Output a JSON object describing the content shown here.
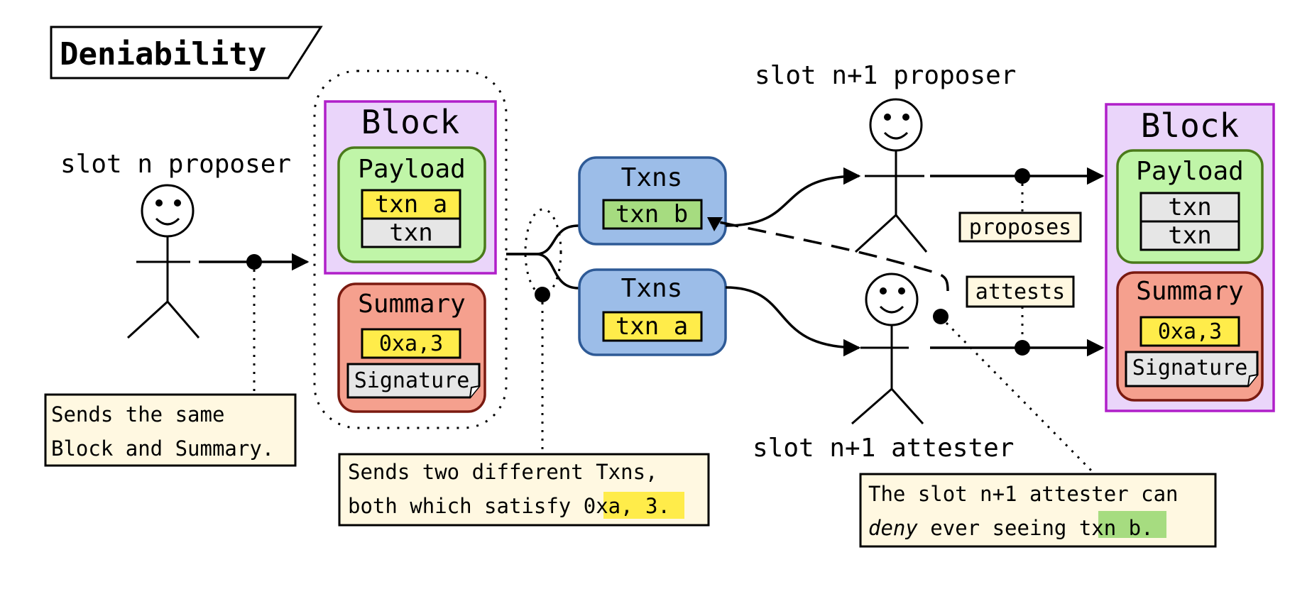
{
  "title": "Deniability",
  "actors": {
    "slot_n_proposer": "slot n proposer",
    "slot_n1_proposer": "slot n+1 proposer",
    "slot_n1_attester": "slot n+1 attester"
  },
  "left_block": {
    "title": "Block",
    "payload": {
      "title": "Payload",
      "rows": [
        "txn a",
        "txn"
      ]
    },
    "summary": {
      "title": "Summary",
      "value": "0xa,3",
      "signature": "Signature"
    }
  },
  "txns_b": {
    "title": "Txns",
    "item": "txn b"
  },
  "txns_a": {
    "title": "Txns",
    "item": "txn a"
  },
  "right_block": {
    "title": "Block",
    "payload": {
      "title": "Payload",
      "rows": [
        "txn",
        "txn"
      ]
    },
    "summary": {
      "title": "Summary",
      "value": "0xa,3",
      "signature": "Signature"
    }
  },
  "labels": {
    "proposes": "proposes",
    "attests": "attests"
  },
  "notes": {
    "same": {
      "line1": "Sends the same",
      "line2": "Block and Summary."
    },
    "two": {
      "line1": "Sends two different Txns,",
      "line2_pre": "both which satisfy ",
      "line2_hl": "0xa, 3",
      "line2_post": "."
    },
    "deny": {
      "line1": "The slot n+1 attester can",
      "line2_em": "deny",
      "line2_mid": " ever seeing ",
      "line2_hl": "txn b",
      "line2_post": "."
    }
  },
  "colors": {
    "block_fill": "#ead5fa",
    "block_stroke": "#b01fc9",
    "payload_fill": "#c0f5a8",
    "payload_stroke": "#4a7a1a",
    "summary_fill": "#f5a08e",
    "summary_stroke": "#7a1a10",
    "txns_fill": "#9cbde8",
    "txns_stroke": "#2e5a96",
    "yellow": "#ffec4a",
    "green_hl": "#a6dc80",
    "gray": "#e6e6e6",
    "note": "#fff8e1"
  }
}
